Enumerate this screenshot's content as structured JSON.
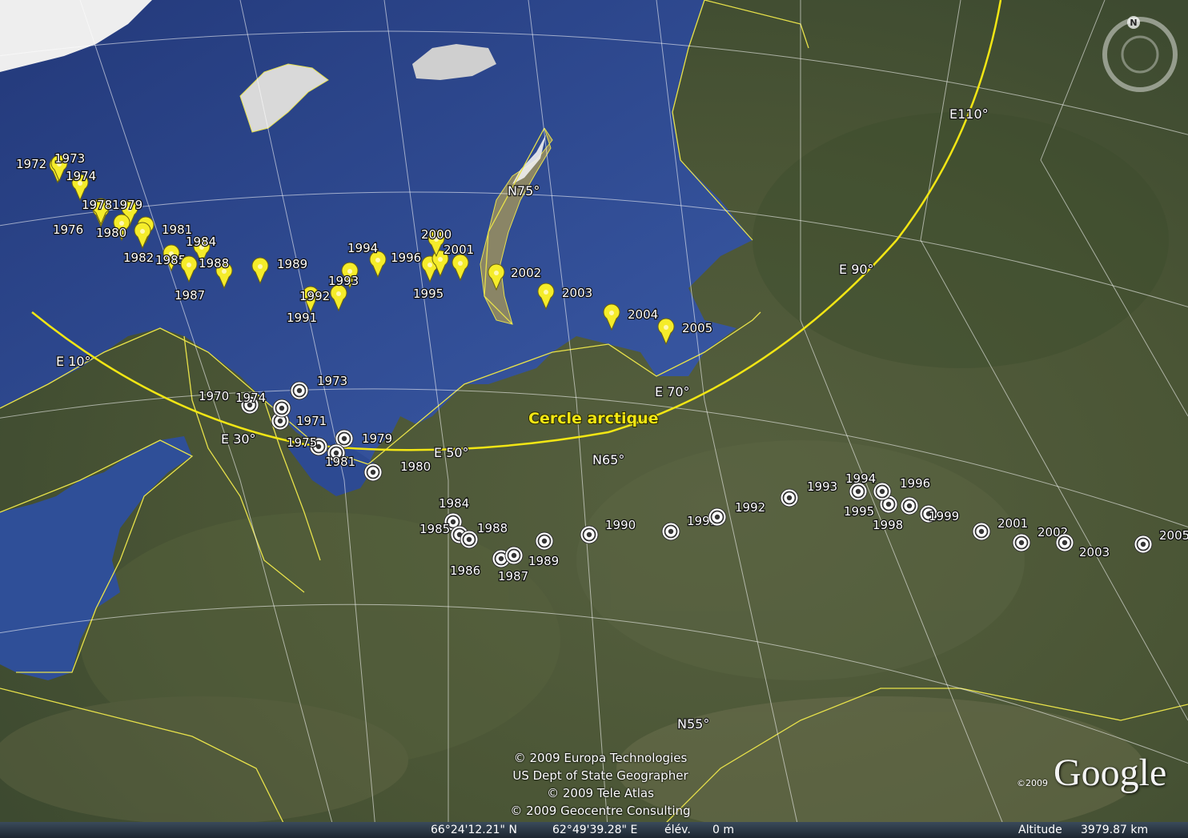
{
  "labels": {
    "arctic_circle": "Cercle arctique",
    "lon": [
      "E 10°",
      "E 30°",
      "E 50°",
      "E 70°",
      "E 90°",
      "E110°"
    ],
    "lat": [
      "N75°",
      "N65°",
      "N55°"
    ]
  },
  "pins": [
    {
      "year": "1972"
    },
    {
      "year": "1973"
    },
    {
      "year": "1974"
    },
    {
      "year": "1976"
    },
    {
      "year": "1978"
    },
    {
      "year": "1979"
    },
    {
      "year": "1980"
    },
    {
      "year": "1981"
    },
    {
      "year": "1982"
    },
    {
      "year": "1984"
    },
    {
      "year": "1985"
    },
    {
      "year": "1987"
    },
    {
      "year": "1988"
    },
    {
      "year": "1989"
    },
    {
      "year": "1991"
    },
    {
      "year": "1992"
    },
    {
      "year": "1993"
    },
    {
      "year": "1994"
    },
    {
      "year": "1995"
    },
    {
      "year": "1996"
    },
    {
      "year": "2000"
    },
    {
      "year": "2001"
    },
    {
      "year": "2002"
    },
    {
      "year": "2003"
    },
    {
      "year": "2004"
    },
    {
      "year": "2005"
    }
  ],
  "targets": [
    {
      "year": "1970"
    },
    {
      "year": "1971"
    },
    {
      "year": "1973"
    },
    {
      "year": "1974"
    },
    {
      "year": "1975"
    },
    {
      "year": "1979"
    },
    {
      "year": "1980"
    },
    {
      "year": "1981"
    },
    {
      "year": "1984"
    },
    {
      "year": "1985"
    },
    {
      "year": "1986"
    },
    {
      "year": "1987"
    },
    {
      "year": "1988"
    },
    {
      "year": "1989"
    },
    {
      "year": "1990"
    },
    {
      "year": "1991"
    },
    {
      "year": "1992"
    },
    {
      "year": "1993"
    },
    {
      "year": "1994"
    },
    {
      "year": "1995"
    },
    {
      "year": "1996"
    },
    {
      "year": "1998"
    },
    {
      "year": "1999"
    },
    {
      "year": "2001"
    },
    {
      "year": "2002"
    },
    {
      "year": "2003"
    },
    {
      "year": "2005"
    }
  ],
  "credits": [
    "© 2009 Europa Technologies",
    "US Dept of State Geographer",
    "© 2009 Tele Atlas",
    "© 2009 Geocentre Consulting"
  ],
  "logo": {
    "copyright": "©2009",
    "name": "Google"
  },
  "compass_letter": "N",
  "status": {
    "lat": "66°24'12.21\" N",
    "lon": "62°49'39.28\" E",
    "elev_label": "élév.",
    "elev": "0 m",
    "alt_label": "Altitude",
    "alt": "3979.87 km"
  },
  "colors": {
    "sea": "#2e4c96",
    "land": "#4d5a38",
    "arctic_circle": "#f2e614",
    "pin": "#f5ec2a",
    "target": "#ffffff"
  }
}
